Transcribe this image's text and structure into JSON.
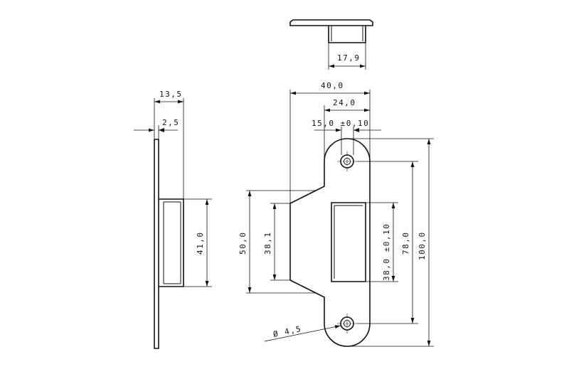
{
  "drawing": {
    "dimensions": {
      "top_width": "17,9",
      "side_depth": "13,5",
      "side_thickness": "2,5",
      "side_height": "41,0",
      "overall_width": "40,0",
      "plate_width": "24,0",
      "slot_width": "15,0 ±0,10",
      "lip_height_outer": "50,0",
      "lip_height_inner": "38,1",
      "slot_height": "38,0 ±0,10",
      "hole_spacing": "78,0",
      "overall_height": "100,0",
      "hole_diameter": "Ø 4,5"
    }
  }
}
